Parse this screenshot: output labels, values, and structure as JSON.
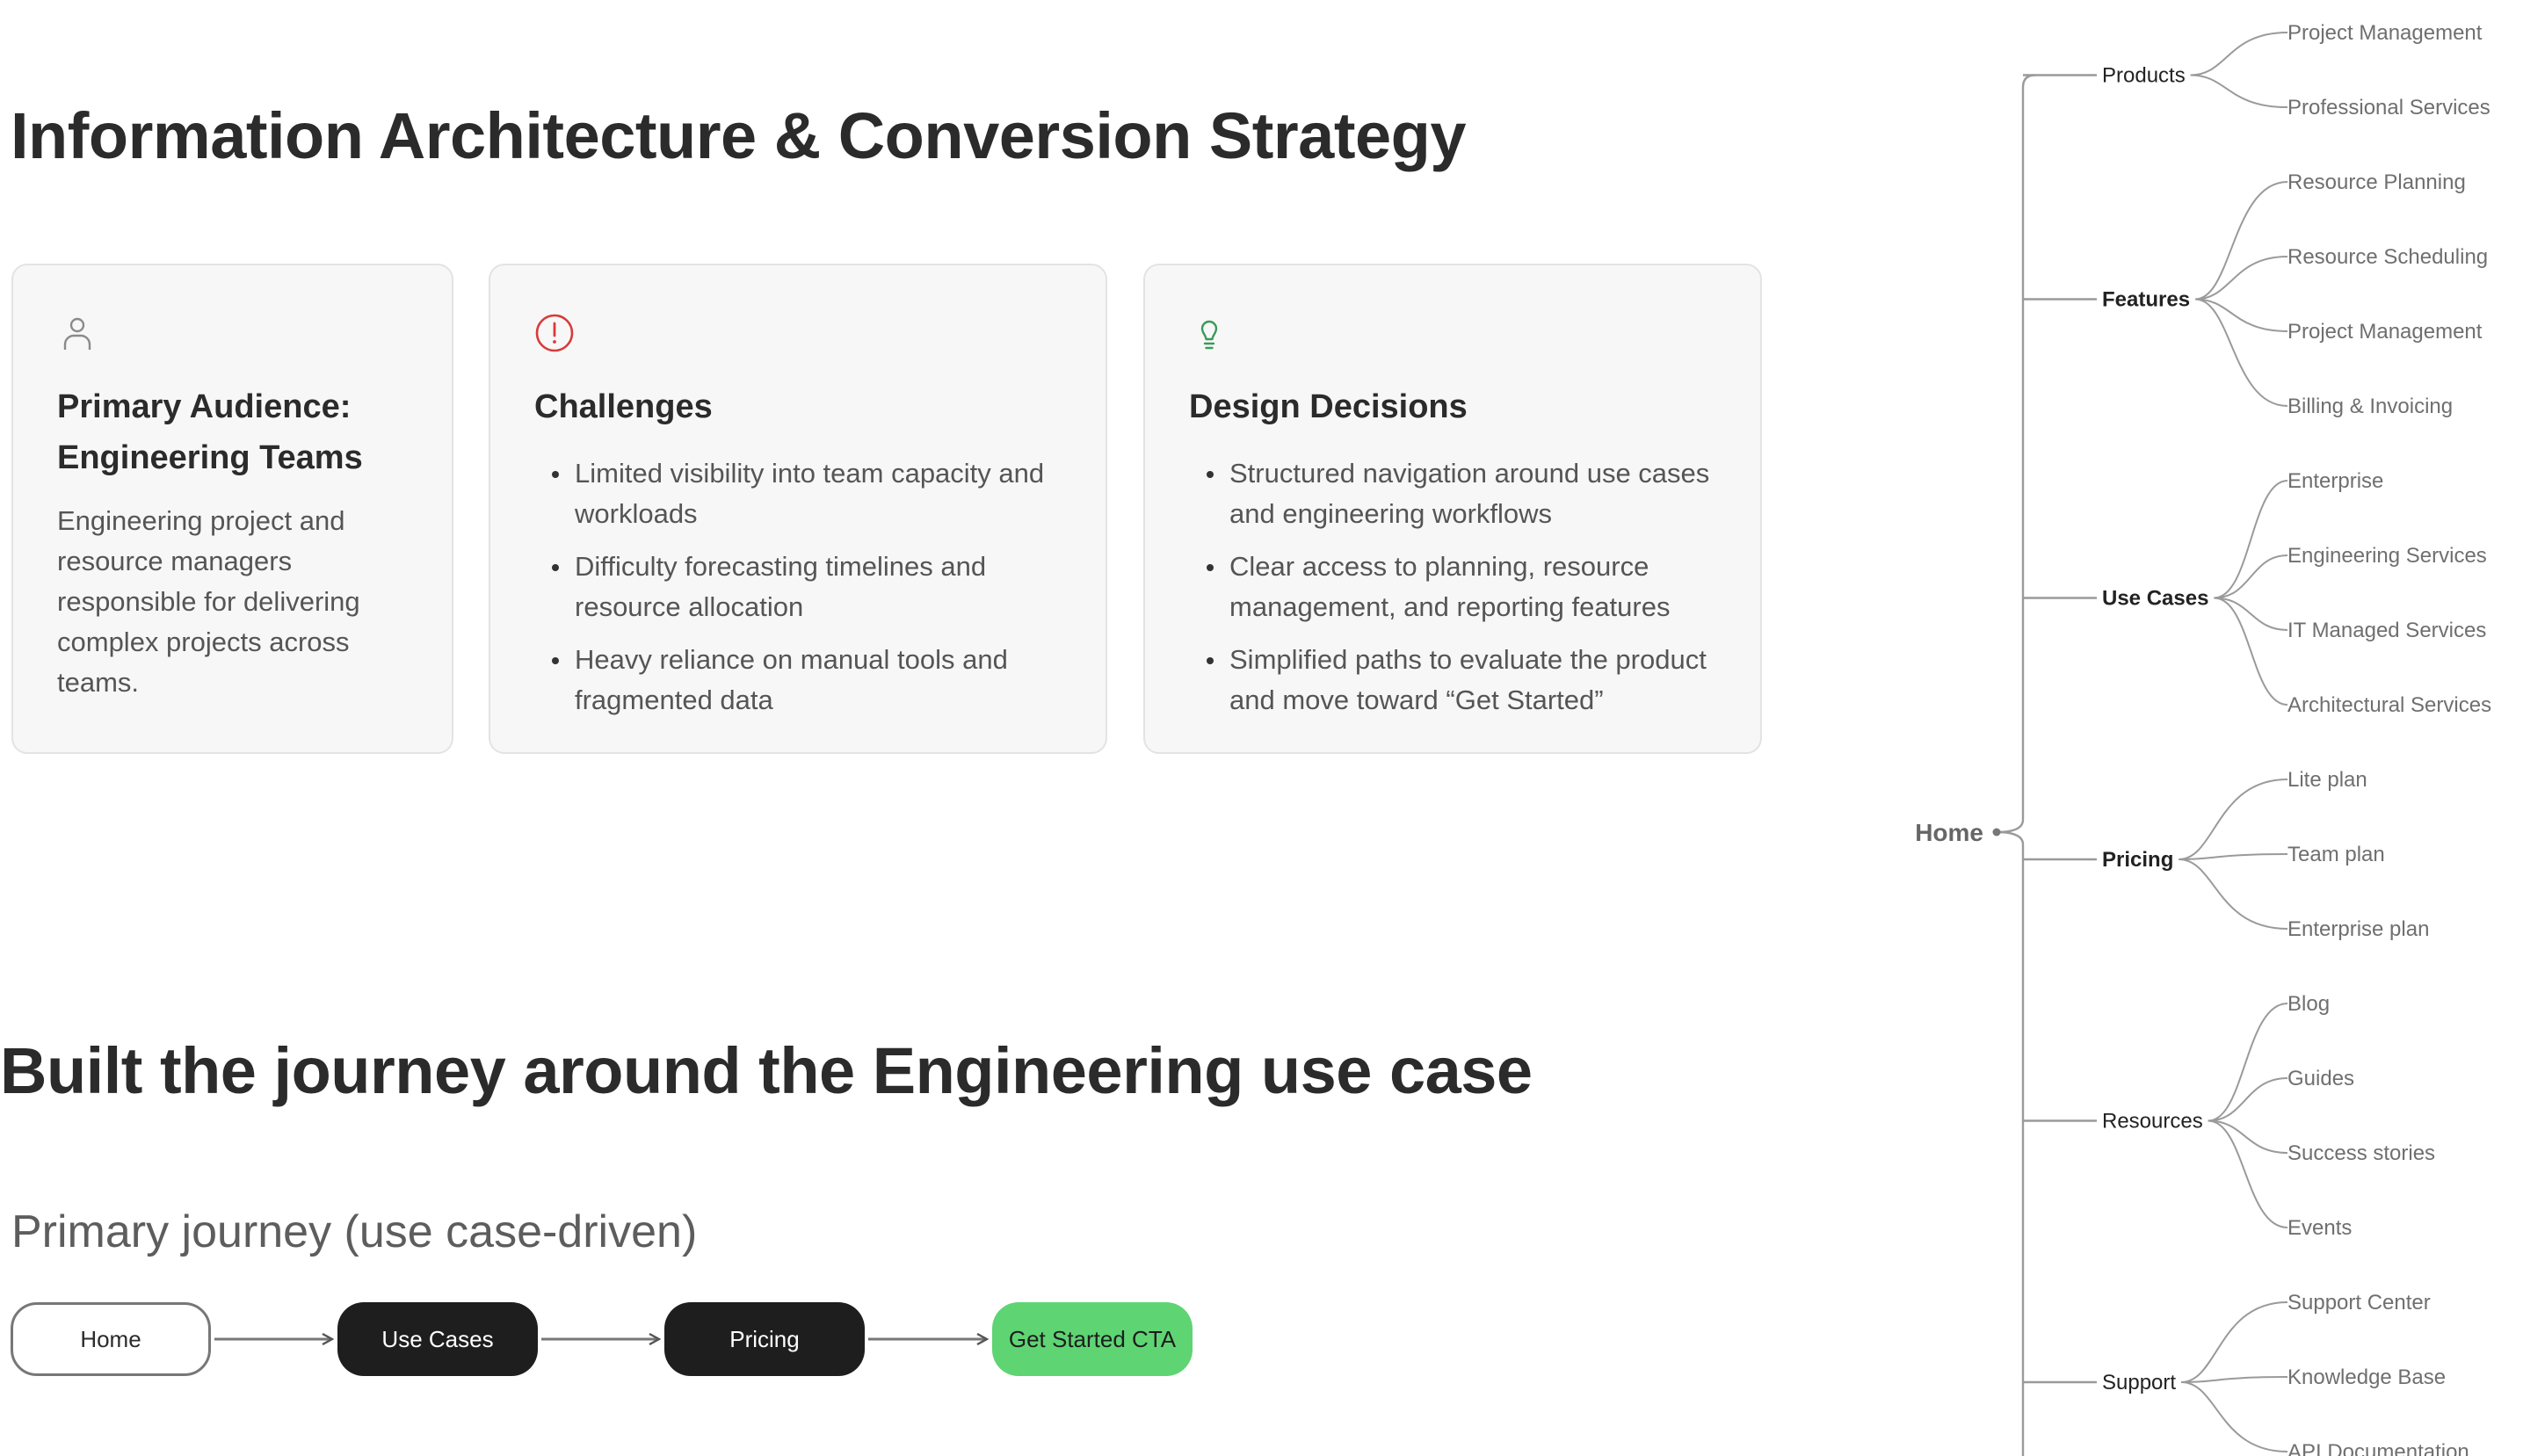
{
  "titles": {
    "main": "Information Architecture & Conversion Strategy",
    "journey_section": "Built the journey around the Engineering use case"
  },
  "cards": [
    {
      "icon": "user-icon",
      "title_lines": [
        "Primary Audience:",
        "Engineering Teams"
      ],
      "body_lines": [
        "Engineering project and",
        "resource managers",
        "responsible for delivering",
        "complex projects across",
        "teams."
      ]
    },
    {
      "icon": "alert-circle-icon",
      "icon_color": "#d93a3a",
      "title_lines": [
        "Challenges"
      ],
      "bullets": [
        [
          "Limited visibility into team capacity and",
          "workloads"
        ],
        [
          "Difficulty forecasting timelines and",
          "resource allocation"
        ],
        [
          "Heavy reliance on manual tools and",
          "fragmented data"
        ]
      ]
    },
    {
      "icon": "lightbulb-icon",
      "icon_color": "#3a9a58",
      "title_lines": [
        "Design Decisions"
      ],
      "bullets": [
        [
          "Structured navigation around use cases",
          "and engineering workflows"
        ],
        [
          "Clear access to planning, resource",
          "management, and reporting features"
        ],
        [
          "Simplified paths to evaluate the product",
          "and move toward “Get Started”"
        ]
      ]
    }
  ],
  "journey": {
    "heading": "Primary journey (use case-driven)",
    "steps": [
      "Home",
      "Use Cases",
      "Pricing",
      "Get Started CTA"
    ]
  },
  "sitemap": {
    "root": "Home",
    "branches": [
      {
        "label": "Products",
        "bold": false,
        "children": [
          "Project Management",
          "Professional Services"
        ]
      },
      {
        "label": "Features",
        "bold": true,
        "children": [
          "Resource Planning",
          "Resource Scheduling",
          "Project Management",
          "Billing & Invoicing"
        ]
      },
      {
        "label": "Use Cases",
        "bold": true,
        "children": [
          "Enterprise",
          "Engineering Services",
          "IT Managed Services",
          "Architectural Services"
        ]
      },
      {
        "label": "Pricing",
        "bold": true,
        "children": [
          "Lite plan",
          "Team plan",
          "Enterprise plan"
        ]
      },
      {
        "label": "Resources",
        "bold": false,
        "children": [
          "Blog",
          "Guides",
          "Success stories",
          "Events"
        ]
      },
      {
        "label": "Support",
        "bold": false,
        "children": [
          "Support Center",
          "Knowledge Base",
          "API Documentation"
        ]
      }
    ]
  },
  "colors": {
    "text_dark": "#2b2b2b",
    "text_muted": "#555555",
    "card_bg": "#f7f7f7",
    "pill_dark": "#1e1e1e",
    "cta_green": "#5fd473",
    "tree_line": "#9a9a9a"
  }
}
